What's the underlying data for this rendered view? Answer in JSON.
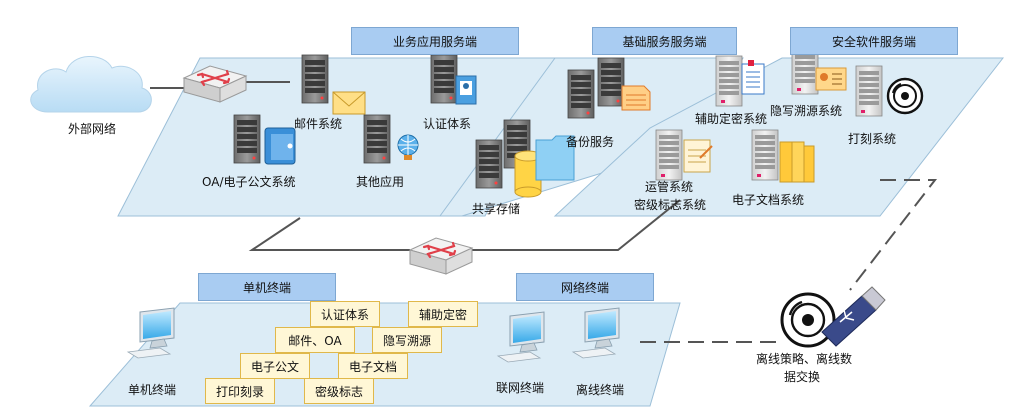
{
  "headers": {
    "business": "业务应用服务端",
    "base": "基础服务服务端",
    "security": "安全软件服务端",
    "standalone": "单机终端",
    "network": "网络终端"
  },
  "labels": {
    "external": "外部网络",
    "mail": "邮件系统",
    "auth": "认证体系",
    "oa": "OA/电子公文系统",
    "other": "其他应用",
    "backup": "备份服务",
    "shared": "共享存储",
    "aux": "辅助定密系统",
    "trace": "隐写溯源系统",
    "burn": "打刻系统",
    "ops_line1": "运管系统",
    "ops_line2": "密级标志系统",
    "edoc": "电子文档系统",
    "standalone_terminal": "单机终端",
    "net_terminal": "联网终端",
    "offline_terminal": "离线终端",
    "offline_line1": "离线策略、离线数",
    "offline_line2": "据交换"
  },
  "tags": {
    "auth": "认证体系",
    "aux": "辅助定密",
    "mail_oa": "邮件、OA",
    "trace": "隐写溯源",
    "edoc_pub": "电子公文",
    "edoc": "电子文档",
    "burn": "打印刻录",
    "level": "密级标志"
  },
  "colors": {
    "platform": "#dcecf6",
    "platform_border": "#9cbfd8",
    "header": "#a9ccf2",
    "tag_fill": "#fff7d6",
    "tag_border": "#e0b84a",
    "switch_arrows": "#e0404a"
  },
  "icons": {
    "cloud": "cloud-icon",
    "switch": "network-switch-icon",
    "server": "server-tower-icon",
    "mail": "envelope-icon",
    "auth": "id-card-icon",
    "globe": "globe-icon",
    "folder": "folder-icon",
    "database": "database-icon",
    "document": "document-icon",
    "disc": "optical-disc-icon",
    "usb": "usb-drive-icon",
    "monitor": "monitor-icon"
  }
}
